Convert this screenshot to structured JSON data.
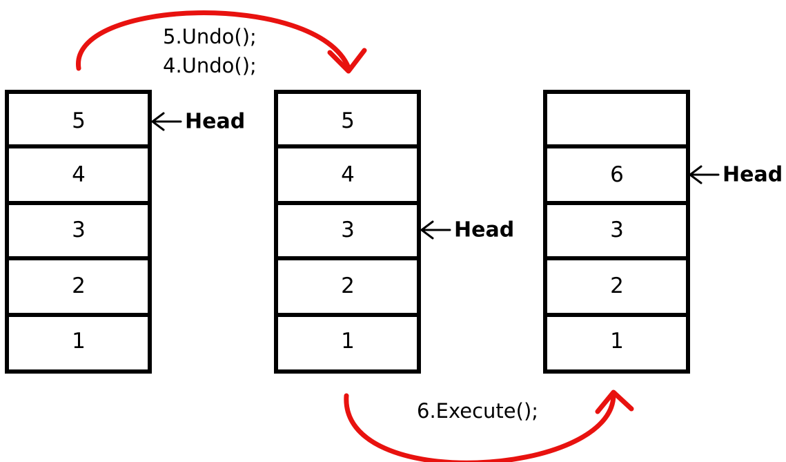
{
  "stacks": [
    {
      "cells": [
        "5",
        "4",
        "3",
        "2",
        "1"
      ],
      "head_index": 0
    },
    {
      "cells": [
        "5",
        "4",
        "3",
        "2",
        "1"
      ],
      "head_index": 2
    },
    {
      "cells": [
        "",
        "6",
        "3",
        "2",
        "1"
      ],
      "head_index": 1
    }
  ],
  "head_label": "Head",
  "operations": {
    "undo_lines": [
      "5.Undo();",
      "4.Undo();"
    ],
    "execute_line": "6.Execute();"
  },
  "colors": {
    "arrow": "#e8120f",
    "border": "#000000",
    "text": "#000000"
  }
}
